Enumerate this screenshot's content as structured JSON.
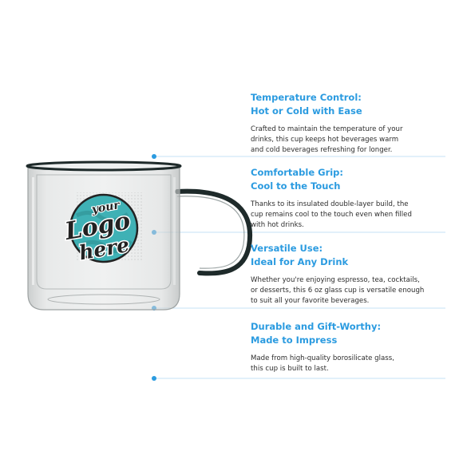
{
  "logo": {
    "line1": "your",
    "line2": "Logo",
    "line3": "here"
  },
  "features": [
    {
      "title_line1": "Temperature Control:",
      "title_line2": "Hot or Cold with Ease",
      "desc_line1": "Crafted to maintain the temperature of your",
      "desc_line2": "drinks, this cup keeps hot beverages warm",
      "desc_line3": "and cold beverages refreshing for longer."
    },
    {
      "title_line1": "Comfortable Grip:",
      "title_line2": "Cool to the Touch",
      "desc_line1": "Thanks to its insulated double-layer build, the",
      "desc_line2": "cup remains cool to the touch even when filled",
      "desc_line3": "with hot drinks."
    },
    {
      "title_line1": "Versatile Use:",
      "title_line2": "Ideal for Any Drink",
      "desc_line1": "Whether you're enjoying espresso, tea, cocktails,",
      "desc_line2": "or desserts, this 6 oz glass cup is versatile enough",
      "desc_line3": "to suit all your favorite beverages."
    },
    {
      "title_line1": "Durable and Gift-Worthy:",
      "title_line2": "Made to Impress",
      "desc_line1": "Made from high-quality borosilicate glass,",
      "desc_line2": "this cup is built to last."
    }
  ],
  "colors": {
    "accent": "#2b9be0",
    "divider": "#bfe0f5",
    "rim": "#1e2a2a",
    "glass": "#c9cccc",
    "logo_teal": "#3fb1b5",
    "logo_dark": "#222222"
  }
}
